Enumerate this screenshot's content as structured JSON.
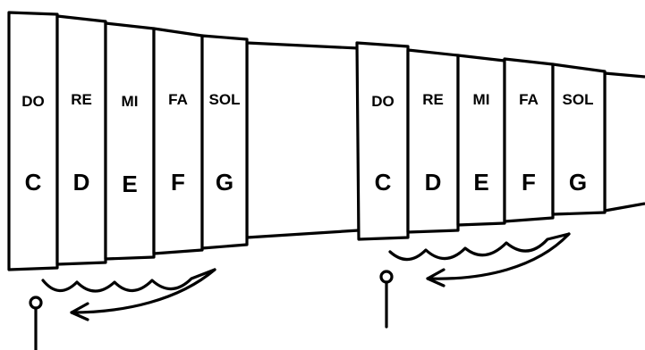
{
  "groups": [
    {
      "keys": [
        {
          "solfege": "DO",
          "letter": "C"
        },
        {
          "solfege": "RE",
          "letter": "D"
        },
        {
          "solfege": "MI",
          "letter": "E"
        },
        {
          "solfege": "FA",
          "letter": "F"
        },
        {
          "solfege": "SOL",
          "letter": "G"
        }
      ]
    },
    {
      "keys": [
        {
          "solfege": "DO",
          "letter": "C"
        },
        {
          "solfege": "RE",
          "letter": "D"
        },
        {
          "solfege": "MI",
          "letter": "E"
        },
        {
          "solfege": "FA",
          "letter": "F"
        },
        {
          "solfege": "SOL",
          "letter": "G"
        }
      ]
    }
  ],
  "colors": {
    "ink": "#000000",
    "background": "#ffffff"
  }
}
